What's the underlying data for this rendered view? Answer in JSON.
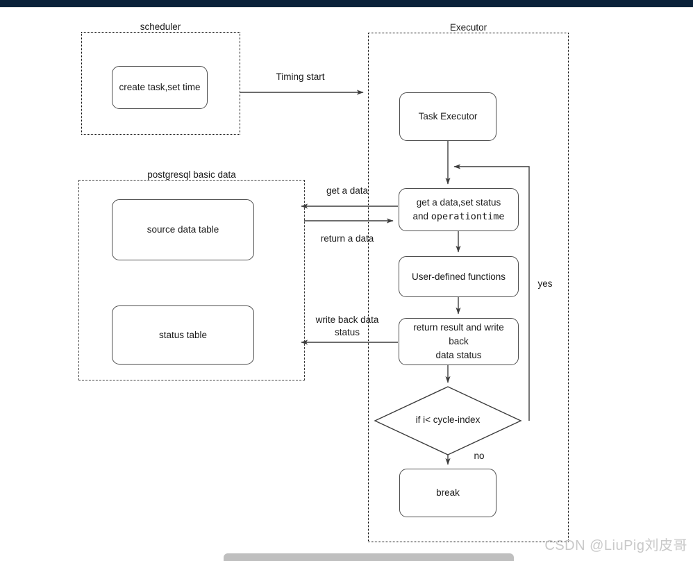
{
  "page": {
    "watermark": "CSDN @LiuPig刘皮哥",
    "topbar_color": "#0b2239",
    "node_border_color": "#4d4d4d",
    "text_color": "#1a1a1a"
  },
  "groups": {
    "scheduler": {
      "title": "scheduler"
    },
    "executor": {
      "title": "Executor"
    },
    "postgres": {
      "title": "postgresql basic data"
    }
  },
  "nodes": {
    "create_task": {
      "label": "create task,set time"
    },
    "task_executor": {
      "label": "Task Executor"
    },
    "get_data": {
      "line1": "get a data,set status",
      "line2_plain": "and ",
      "line2_mono": "operationtime"
    },
    "user_functions": {
      "label": "User-defined functions"
    },
    "return_result": {
      "line1": "return result and write back",
      "line2": "data status"
    },
    "decision": {
      "label": "if  i< cycle-index"
    },
    "break_node": {
      "label": "break"
    },
    "source_table": {
      "label": "source data table"
    },
    "status_table": {
      "label": "status table"
    }
  },
  "edges": {
    "timing_start": {
      "label": "Timing start"
    },
    "get_a_data": {
      "label": "get a data"
    },
    "return_a_data": {
      "label": "return a data"
    },
    "write_back": {
      "label": "write back data\nstatus"
    },
    "yes_branch": {
      "label": "yes"
    },
    "no_branch": {
      "label": "no"
    }
  }
}
